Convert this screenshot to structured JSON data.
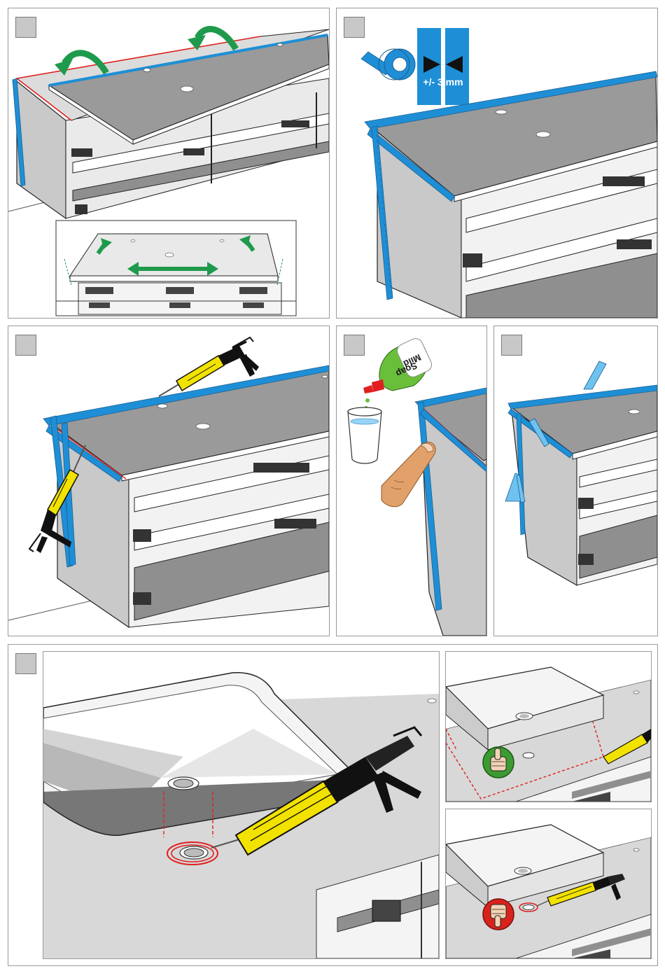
{
  "diagram": {
    "tolerance_label": "+/- 3 mm",
    "soap_label_line1": "Mild",
    "soap_label_line2": "Soap",
    "colors": {
      "tape_blue": "#1e8fd6",
      "arrow_green": "#1f9a4c",
      "sealant_red": "#e02020",
      "gun_yellow": "#f2e200",
      "surface_gray": "#9a9a9a",
      "thumb_up_bg": "#3c9a32",
      "thumb_down_bg": "#d8231c"
    },
    "icons": [
      "masking-tape-roll-icon",
      "caulking-gun-icon",
      "soap-bottle-icon",
      "water-cup-icon",
      "finger-icon",
      "thumbs-up-icon",
      "thumbs-down-icon"
    ]
  }
}
